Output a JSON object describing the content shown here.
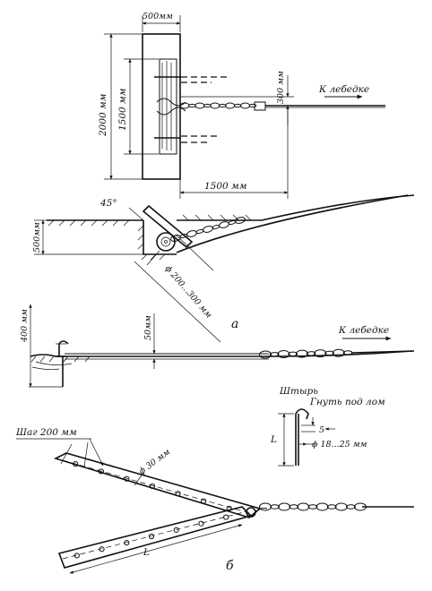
{
  "diagram": {
    "top_view": {
      "dim_width": "500мм",
      "dim_height": "2000 мм",
      "dim_inner_height": "1500 мм",
      "dim_offset_vertical": "300 мм",
      "dim_offset_horizontal": "1500 мм",
      "winch_label": "К лебедке"
    },
    "section_view": {
      "angle": "45°",
      "depth": "500мм",
      "diameter": "ϕ 200...300 мм"
    },
    "view_a": {
      "caption": "a",
      "pin_depth": "400 мм",
      "depth": "50мм",
      "winch_label": "К лебедке"
    },
    "view_b": {
      "caption": "б",
      "pitch": "Шаг 200 мм",
      "hole_diameter": "ϕ 30 мм",
      "length": "L",
      "pin_label": "Штырь",
      "bend_label": "Гнуть под лом",
      "pin_length": "L",
      "bend_size": "5",
      "pin_diameter": "ϕ 18...25 мм"
    }
  }
}
